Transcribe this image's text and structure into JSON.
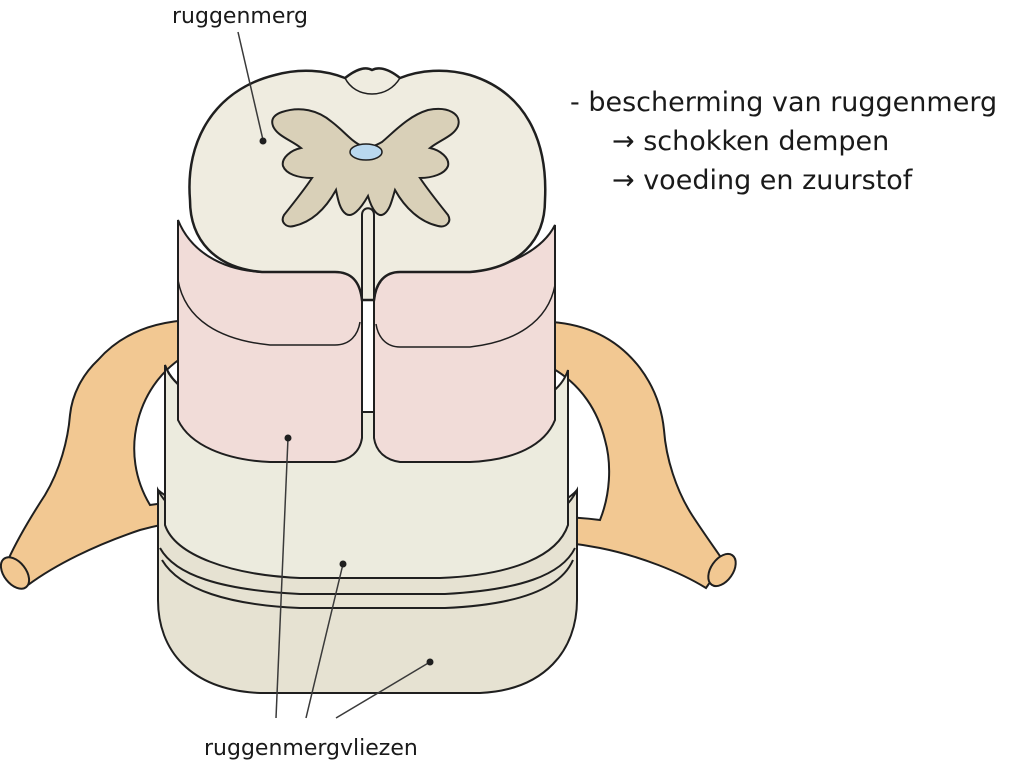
{
  "labels": {
    "top": "ruggenmerg",
    "bottom": "ruggenmergvliezen"
  },
  "notes": {
    "main": "- bescherming van ruggenmerg",
    "sub": [
      "→ schokken dempen",
      "→ voeding en zuurstof"
    ]
  },
  "colors": {
    "white_matter": "#efece0",
    "grey_matter": "#d9d0b8",
    "pia_layer": "#f1dcd8",
    "arachnoid_layer": "#ecebde",
    "dura_layer": "#e6e2d2",
    "nerve": "#f2c892",
    "central_canal": "#b9d8ef",
    "outline": "#1f1f1f"
  }
}
